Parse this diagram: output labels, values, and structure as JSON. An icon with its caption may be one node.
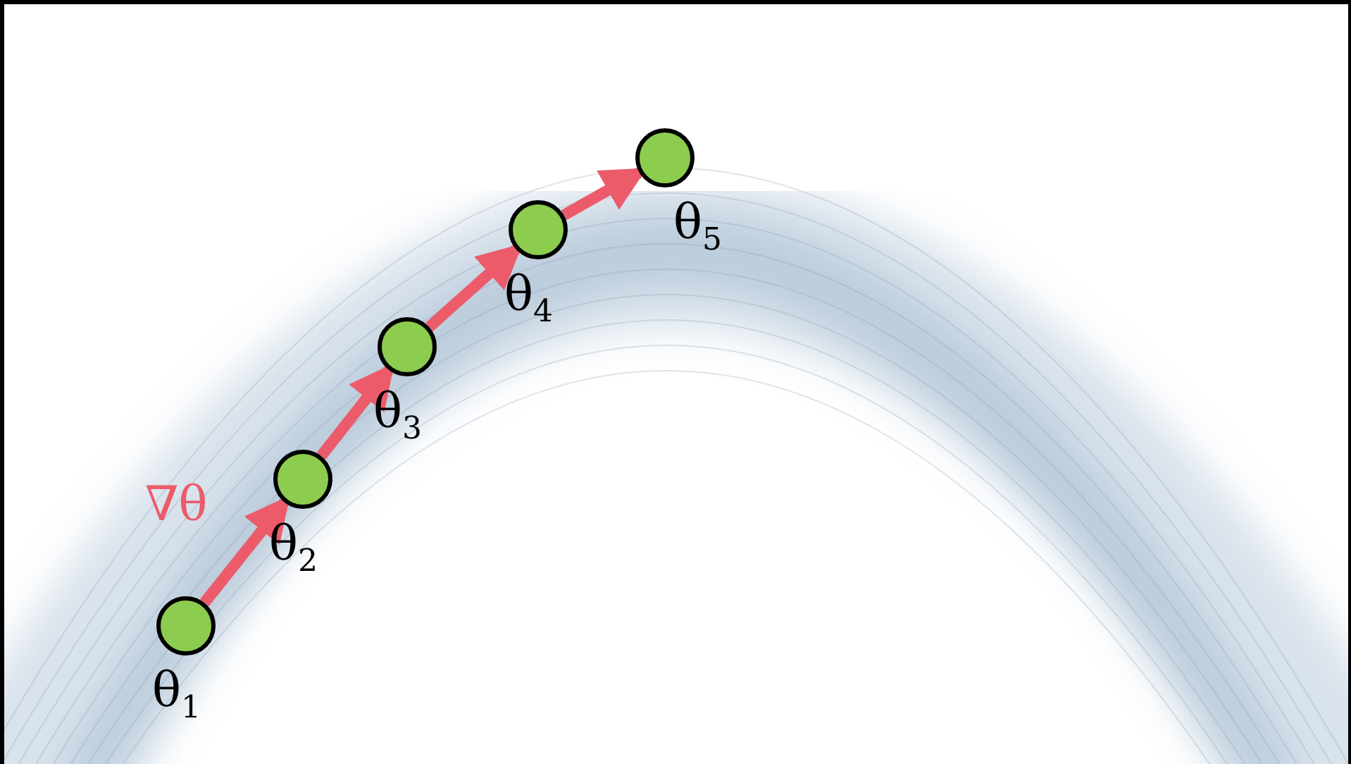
{
  "diagram": {
    "nodes": [
      {
        "text": [],
        "shape": "circle",
        "beside": [
          "θ$_{1}$"
        ]
      },
      {
        "text": [],
        "shape": "circle",
        "beside": [
          "θ$_{2}$"
        ]
      },
      {
        "text": [],
        "shape": "circle",
        "beside": [
          "θ$_{3}$"
        ]
      },
      {
        "text": [],
        "shape": "circle",
        "beside": [
          "θ$_{4}$"
        ]
      },
      {
        "text": [],
        "shape": "circle",
        "beside": [
          "θ$_{5}$"
        ]
      }
    ],
    "edges": [
      {
        "from": 0,
        "to": 1,
        "arrow": "to",
        "label": "∇θ"
      },
      {
        "from": 1,
        "to": 2,
        "arrow": "to"
      },
      {
        "from": 2,
        "to": 3,
        "arrow": "to"
      },
      {
        "from": 3,
        "to": 4,
        "arrow": "to"
      }
    ]
  }
}
